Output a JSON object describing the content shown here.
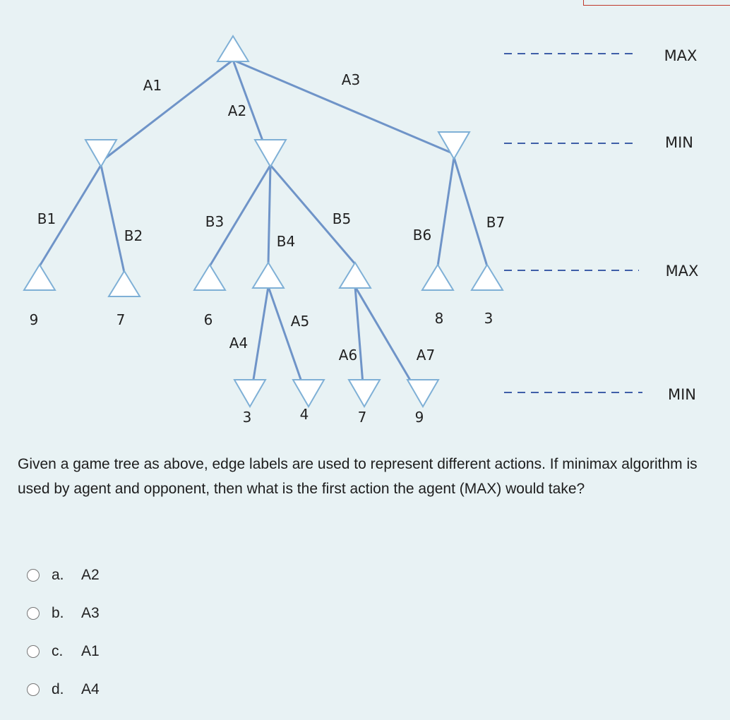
{
  "tree": {
    "edge_labels": [
      "A1",
      "A2",
      "A3",
      "B1",
      "B2",
      "B3",
      "B4",
      "B5",
      "B6",
      "B7",
      "A4",
      "A5",
      "A6",
      "A7"
    ],
    "leaf_values": [
      "9",
      "7",
      "6",
      "8",
      "3",
      "3",
      "4",
      "7",
      "9"
    ],
    "level_labels": [
      "MAX",
      "MIN",
      "MAX",
      "MIN"
    ],
    "node_color": "#ffffff",
    "node_stroke": "#7fb0d6",
    "edge_color": "#6f94c8",
    "dash_color": "#3f5fa8"
  },
  "question": {
    "text": "Given a game tree as above, edge labels are used to represent different actions. If minimax algorithm is used by agent and opponent, then what is the first action the agent (MAX) would take?"
  },
  "options": [
    {
      "letter": "a.",
      "label": "A2"
    },
    {
      "letter": "b.",
      "label": "A3"
    },
    {
      "letter": "c.",
      "label": "A1"
    },
    {
      "letter": "d.",
      "label": "A4"
    }
  ]
}
